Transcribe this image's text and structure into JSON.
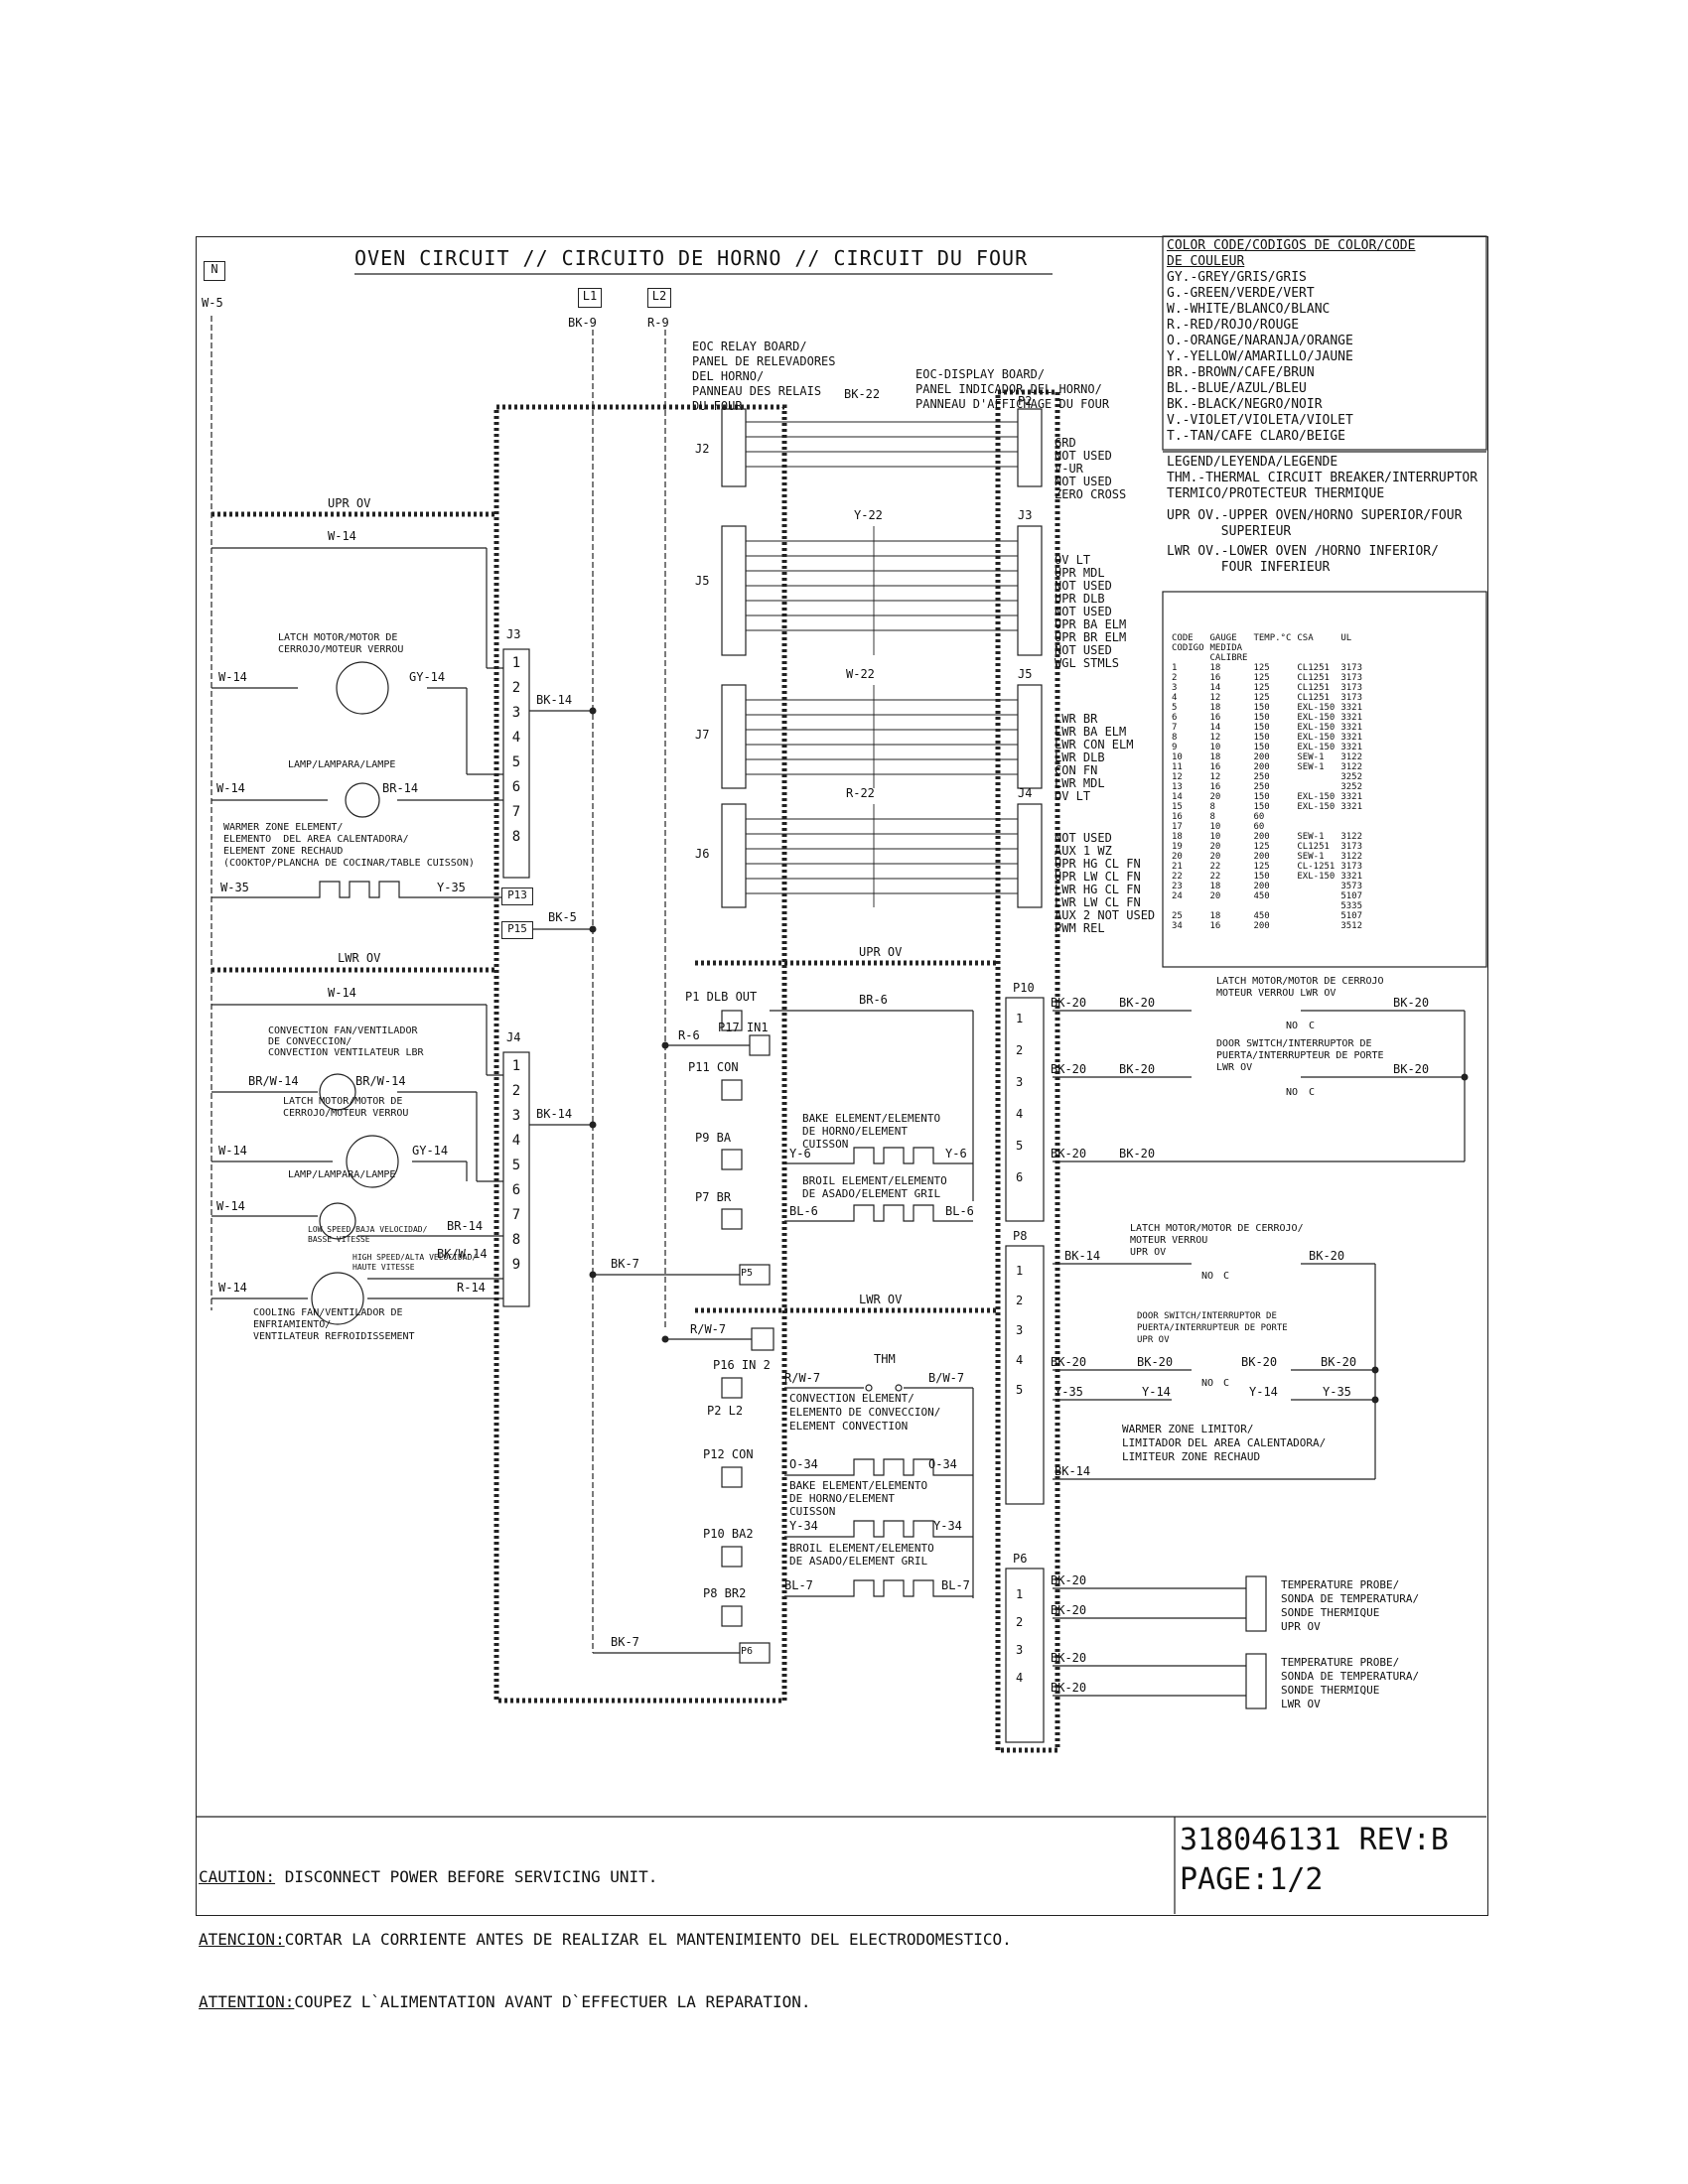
{
  "title": "OVEN CIRCUIT // CIRCUITO DE HORNO // CIRCUIT DU FOUR",
  "terminals": {
    "n": "N",
    "l1": "L1",
    "l2": "L2"
  },
  "supply_wires": {
    "n": "W-5",
    "l1": "BK-9",
    "l2": "R-9"
  },
  "boards": {
    "relay": [
      "EOC RELAY BOARD/",
      "PANEL DE RELEVADORES",
      "DEL HORNO/",
      "PANNEAU DES RELAIS",
      "DU FOUR"
    ],
    "display": [
      "EOC-DISPLAY BOARD/",
      "PANEL INDICADOR DEL HORNO/",
      "PANNEAU D'AFFICHAGE DU FOUR"
    ]
  },
  "connectors": {
    "j2": "J2",
    "j5": "J5",
    "j7": "J7",
    "j6": "J6",
    "j3_left": "J3",
    "j4_left": "J4",
    "p2": "P2",
    "j3_right": "J3",
    "j5_right": "J5",
    "j4_right": "J4",
    "p10": "P10",
    "p8": "P8",
    "p6": "P6",
    "p13": "P13",
    "p15": "P15",
    "p5": "P5",
    "p6_box": "P6"
  },
  "harness_wires": {
    "j2": "BK-22",
    "j5": "Y-22",
    "j7": "W-22",
    "j6": "R-22"
  },
  "p2_pins": [
    "GRD",
    "NOT USED",
    "V-UR",
    "NOT USED",
    "ZERO CROSS"
  ],
  "j3_pins": [
    "OV LT",
    "UPR MDL",
    "NOT USED",
    "UPR DLB",
    "NOT USED",
    "UPR BA ELM",
    "UPR BR ELM",
    "NOT USED",
    "WGL STMLS"
  ],
  "j5_pins": [
    "LWR BR",
    "LWR BA ELM",
    "LWR CON ELM",
    "LWR DLB",
    "CON FN",
    "LWR MDL",
    "OV LT"
  ],
  "j4_pins": [
    "NOT USED",
    "AUX 1 WZ",
    "UPR HG CL FN",
    "UPR LW CL FN",
    "LWR HG CL FN",
    "LWR LW CL FN",
    "AUX 2 NOT USED",
    "PWM REL"
  ],
  "sections": {
    "upr": "UPR OV",
    "lwr": "LWR OV"
  },
  "upper_components": {
    "latch": [
      "LATCH MOTOR/MOTOR DE",
      "CERROJO/MOTEUR VERROU"
    ],
    "lamp": "LAMP/LAMPARA/LAMPE",
    "warmer": [
      "WARMER ZONE ELEMENT/",
      "ELEMENTO  DEL AREA CALENTADORA/",
      "ELEMENT ZONE RECHAUD",
      "(COOKTOP/PLANCHA DE COCINAR/TABLE CUISSON)"
    ]
  },
  "lower_components": {
    "conv_fan": [
      "CONVECTION FAN/VENTILADOR",
      "DE CONVECCION/",
      "CONVECTION VENTILATEUR LBR"
    ],
    "latch": [
      "LATCH MOTOR/MOTOR DE",
      "CERROJO/MOTEUR VERROU"
    ],
    "lamp": "LAMP/LAMPARA/LAMPE",
    "low_speed": [
      "LOW SPEED/BAJA VELOCIDAD/",
      "BASSE VITESSE"
    ],
    "high_speed": [
      "HIGH SPEED/ALTA VELOCIDAD/",
      "HAUTE VITESSE"
    ],
    "cooling": [
      "COOLING FAN/VENTILADOR DE",
      "ENFRIAMIENTO/",
      "VENTILATEUR REFROIDISSEMENT"
    ]
  },
  "wire_labels": {
    "w14": "W-14",
    "gy14": "GY-14",
    "br14": "BR-14",
    "w35": "W-35",
    "y35": "Y-35",
    "bk14": "BK-14",
    "bk5": "BK-5",
    "brw14": "BR/W-14",
    "bkw14": "BK/W-14",
    "r14": "R-14",
    "bk7": "BK-7",
    "r6": "R-6",
    "br6": "BR-6",
    "y6": "Y-6",
    "bl6": "BL-6",
    "rw7": "R/W-7",
    "bw7": "B/W-7",
    "o34": "O-34",
    "y34": "Y-34",
    "bl7": "BL-7",
    "bk20": "BK-20",
    "y14": "Y-14"
  },
  "relay_points_upper": {
    "p1": "P1 DLB OUT",
    "p17": "P17 IN1",
    "p11": "P11 CON",
    "p9": "P9 BA",
    "p7": "P7 BR"
  },
  "relay_points_lower": {
    "p16": "P16 IN 2",
    "p2": "P2 L2",
    "p12": "P12 CON",
    "p10": "P10 BA2",
    "p8": "P8 BR2"
  },
  "elements_upper": {
    "bake": [
      "BAKE ELEMENT/ELEMENTO",
      "DE HORNO/ELEMENT",
      "CUISSON"
    ],
    "broil": [
      "BROIL ELEMENT/ELEMENTO",
      "DE ASADO/ELEMENT GRIL"
    ]
  },
  "elements_lower": {
    "thm": "THM",
    "conv": [
      "CONVECTION ELEMENT/",
      "ELEMENTO DE CONVECCION/",
      "ELEMENT CONVECTION"
    ],
    "bake": [
      "BAKE ELEMENT/ELEMENTO",
      "DE HORNO/ELEMENT",
      "CUISSON"
    ],
    "broil": [
      "BROIL ELEMENT/ELEMENTO",
      "DE ASADO/ELEMENT GRIL"
    ]
  },
  "right_components": {
    "latch_lwr": [
      "LATCH MOTOR/MOTOR DE CERROJO",
      "MOTEUR VERROU LWR OV"
    ],
    "door_lwr": [
      "DOOR SWITCH/INTERRUPTOR DE",
      "PUERTA/INTERRUPTEUR DE PORTE",
      "LWR OV"
    ],
    "latch_upr": [
      "LATCH MOTOR/MOTOR DE CERROJO/",
      "MOTEUR VERROU",
      "UPR OV"
    ],
    "door_upr": [
      "DOOR SWITCH/INTERRUPTOR DE",
      "PUERTA/INTERRUPTEUR DE PORTE",
      "UPR OV"
    ],
    "warmer_limit": [
      "WARMER ZONE LIMITOR/",
      "LIMITADOR DEL AREA CALENTADORA/",
      "LIMITEUR ZONE RECHAUD"
    ],
    "probe_upr": [
      "TEMPERATURE PROBE/",
      "SONDA DE TEMPERATURA/",
      "SONDE THERMIQUE",
      "UPR OV"
    ],
    "probe_lwr": [
      "TEMPERATURE PROBE/",
      "SONDA DE TEMPERATURA/",
      "SONDE THERMIQUE",
      "LWR OV"
    ],
    "no": "NO",
    "c": "C"
  },
  "color_code": {
    "title": [
      "COLOR CODE/CODIGOS DE COLOR/CODE",
      "DE COULEUR"
    ],
    "items": [
      "GY.-GREY/GRIS/GRIS",
      "G.-GREEN/VERDE/VERT",
      "W.-WHITE/BLANCO/BLANC",
      "R.-RED/ROJO/ROUGE",
      "O.-ORANGE/NARANJA/ORANGE",
      "Y.-YELLOW/AMARILLO/JAUNE",
      "BR.-BROWN/CAFE/BRUN",
      "BL.-BLUE/AZUL/BLEU",
      "BK.-BLACK/NEGRO/NOIR",
      "V.-VIOLET/VIOLETA/VIOLET",
      "T.-TAN/CAFE CLARO/BEIGE"
    ]
  },
  "legend": {
    "title": "LEGEND/LEYENDA/LEGENDE",
    "items": [
      "THM.-THERMAL CIRCUIT BREAKER/INTERRUPTOR",
      "TERMICO/PROTECTEUR THERMIQUE",
      "UPR OV.-UPPER OVEN/HORNO SUPERIOR/FOUR",
      "       SUPERIEUR",
      "LWR OV.-LOWER OVEN /HORNO INFERIOR/",
      "       FOUR INFERIEUR"
    ]
  },
  "wire_table": {
    "headers": [
      "CODE",
      "GAUGE",
      "TEMP.°C",
      "CSA",
      "UL"
    ],
    "subheaders": [
      "CODIGO",
      "MEDIDA",
      "",
      "",
      ""
    ],
    "subheaders2": [
      "",
      "CALIBRE",
      "",
      "",
      ""
    ],
    "rows": [
      [
        "1",
        "18",
        "125",
        "CL1251",
        "3173"
      ],
      [
        "2",
        "16",
        "125",
        "CL1251",
        "3173"
      ],
      [
        "3",
        "14",
        "125",
        "CL1251",
        "3173"
      ],
      [
        "4",
        "12",
        "125",
        "CL1251",
        "3173"
      ],
      [
        "5",
        "18",
        "150",
        "EXL-150",
        "3321"
      ],
      [
        "6",
        "16",
        "150",
        "EXL-150",
        "3321"
      ],
      [
        "7",
        "14",
        "150",
        "EXL-150",
        "3321"
      ],
      [
        "8",
        "12",
        "150",
        "EXL-150",
        "3321"
      ],
      [
        "9",
        "10",
        "150",
        "EXL-150",
        "3321"
      ],
      [
        "10",
        "18",
        "200",
        "SEW-1",
        "3122"
      ],
      [
        "11",
        "16",
        "200",
        "SEW-1",
        "3122"
      ],
      [
        "12",
        "12",
        "250",
        "",
        "3252"
      ],
      [
        "13",
        "16",
        "250",
        "",
        "3252"
      ],
      [
        "14",
        "20",
        "150",
        "EXL-150",
        "3321"
      ],
      [
        "15",
        "8",
        "150",
        "EXL-150",
        "3321"
      ],
      [
        "16",
        "8",
        "60",
        "",
        ""
      ],
      [
        "17",
        "10",
        "60",
        "",
        ""
      ],
      [
        "18",
        "10",
        "200",
        "SEW-1",
        "3122"
      ],
      [
        "19",
        "20",
        "125",
        "CL1251",
        "3173"
      ],
      [
        "20",
        "20",
        "200",
        "SEW-1",
        "3122"
      ],
      [
        "21",
        "22",
        "125",
        "CL-1251",
        "3173"
      ],
      [
        "22",
        "22",
        "150",
        "EXL-150",
        "3321"
      ],
      [
        "23",
        "18",
        "200",
        "",
        "3573"
      ],
      [
        "24",
        "20",
        "450",
        "",
        "5107"
      ],
      [
        "",
        "",
        "",
        "",
        "5335"
      ],
      [
        "25",
        "18",
        "450",
        "",
        "5107"
      ],
      [
        "34",
        "16",
        "200",
        "",
        "3512"
      ]
    ]
  },
  "footer": {
    "caution_label": "CAUTION:",
    "caution_text": " DISCONNECT POWER BEFORE SERVICING UNIT.",
    "atencion_label": "ATENCION:",
    "atencion_text": "CORTAR LA CORRIENTE ANTES DE REALIZAR EL MANTENIMIENTO DEL ELECTRODOMESTICO.",
    "attention_label": "ATTENTION:",
    "attention_text": "COUPEZ L`ALIMENTATION AVANT D`EFFECTUER LA REPARATION.",
    "part_number": "318046131 REV:B",
    "page": "PAGE:1/2"
  }
}
